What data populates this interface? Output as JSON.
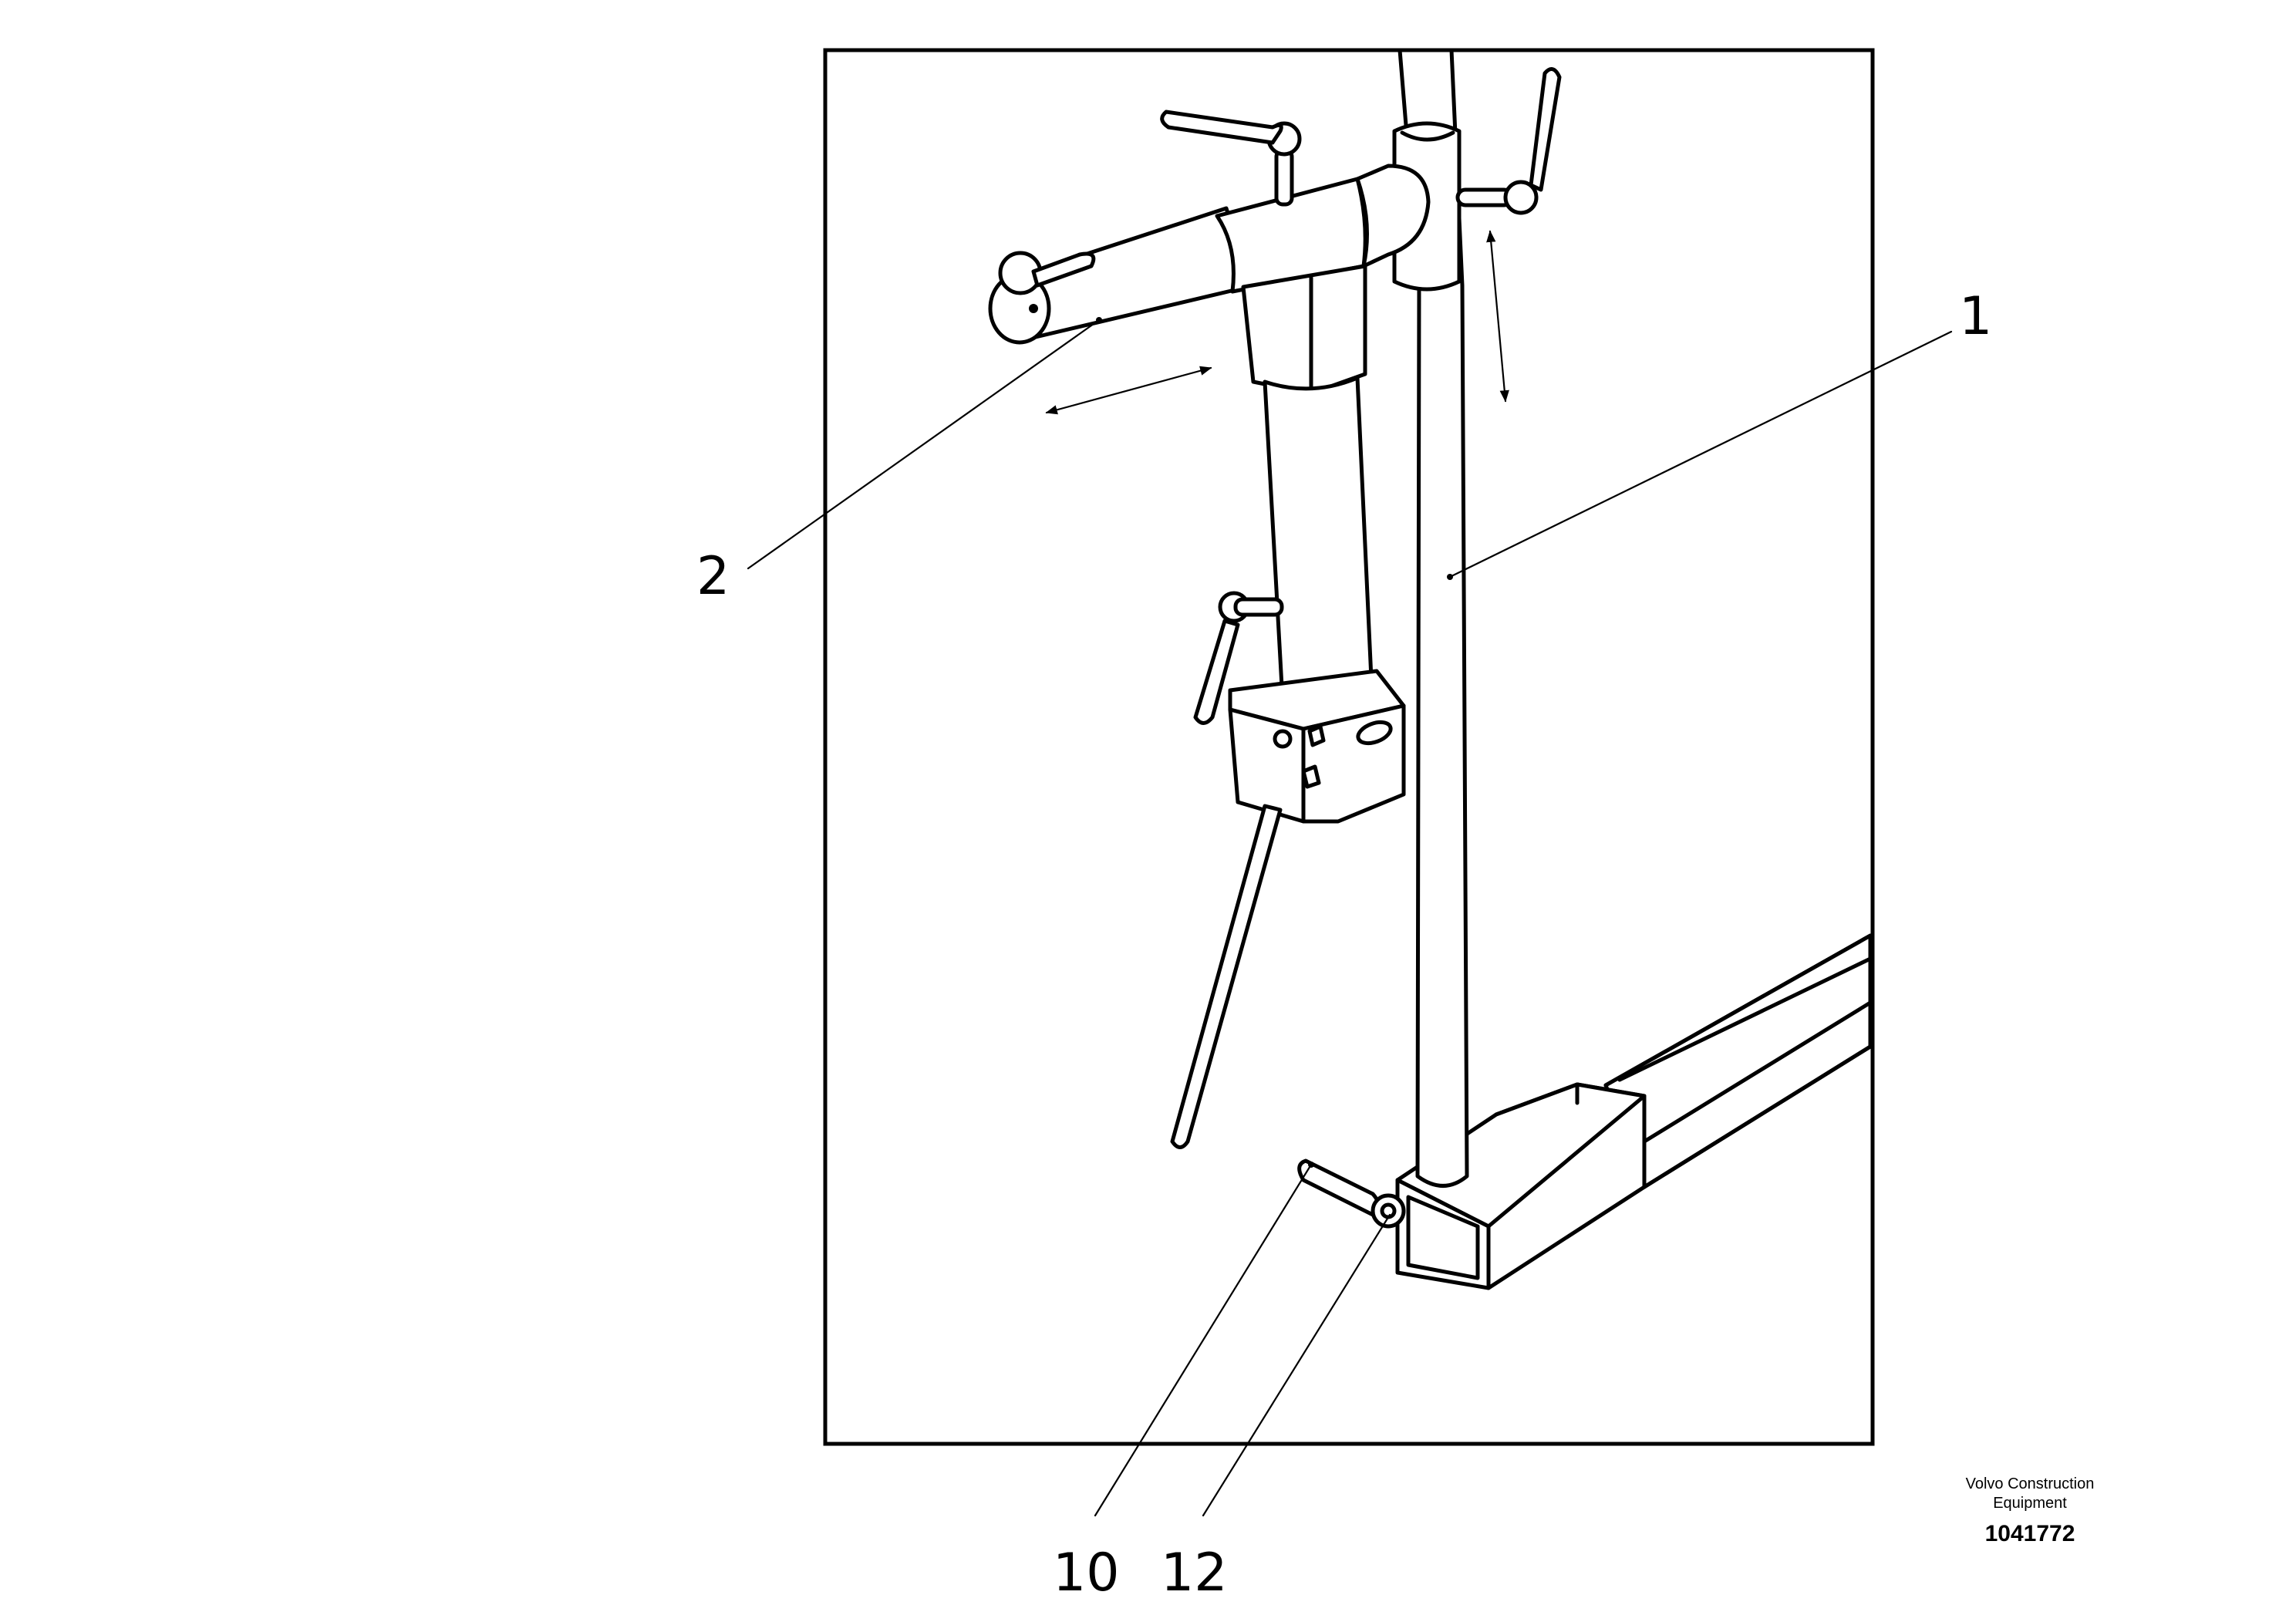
{
  "callouts": [
    {
      "id": "item-1",
      "label": "1"
    },
    {
      "id": "item-2",
      "label": "2"
    },
    {
      "id": "item-10",
      "label": "10"
    },
    {
      "id": "item-12",
      "label": "12"
    }
  ],
  "footer": {
    "brand_line1": "Volvo Construction",
    "brand_line2": "Equipment",
    "doc_number": "1041772"
  }
}
